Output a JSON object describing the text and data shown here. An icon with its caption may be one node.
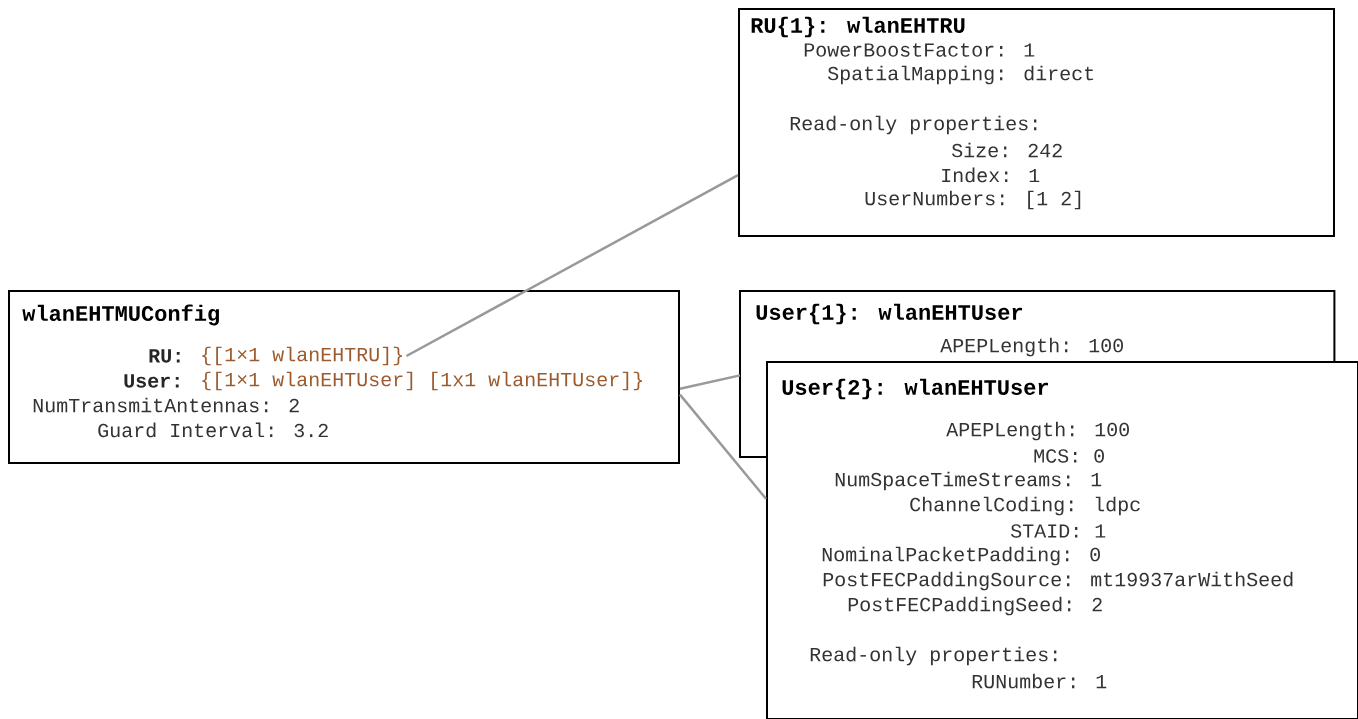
{
  "diagram": {
    "nodes": [
      {
        "text": [
          "wlanEHTMUConfig",
          "RU:",
          "{[1×1 wlanEHTRU]}",
          "User:",
          "{[1×1 wlanEHTUser] [1x1 wlanEHTUser]}",
          "NumTransmitAntennas: 2",
          "Guard Interval: 3.2"
        ]
      },
      {
        "text": [
          "RU{1}: wlanEHTRU",
          "PowerBoostFactor: 1",
          "SpatialMapping: direct",
          "Read-only properties:",
          "Size: 242",
          "Index: 1",
          "UserNumbers: [1 2]"
        ]
      },
      {
        "text": [
          "User{1}: wlanEHTUser",
          "APEPLength: 100"
        ]
      },
      {
        "text": [
          "User{2}: wlanEHTUser",
          "APEPLength: 100",
          "MCS: 0",
          "NumSpaceTimeStreams: 1",
          "ChannelCoding: ldpc",
          "STAID: 1",
          "NominalPacketPadding: 0",
          "PostFECPaddingSource: mt19937arWithSeed",
          "PostFECPaddingSeed: 2",
          "Read-only properties:",
          "RUNumber: 1"
        ]
      }
    ],
    "edges": [
      {
        "from": 0,
        "to": 1,
        "arrow": "none"
      },
      {
        "from": 0,
        "to": 2,
        "arrow": "none"
      },
      {
        "from": 0,
        "to": 3,
        "arrow": "none"
      }
    ]
  }
}
